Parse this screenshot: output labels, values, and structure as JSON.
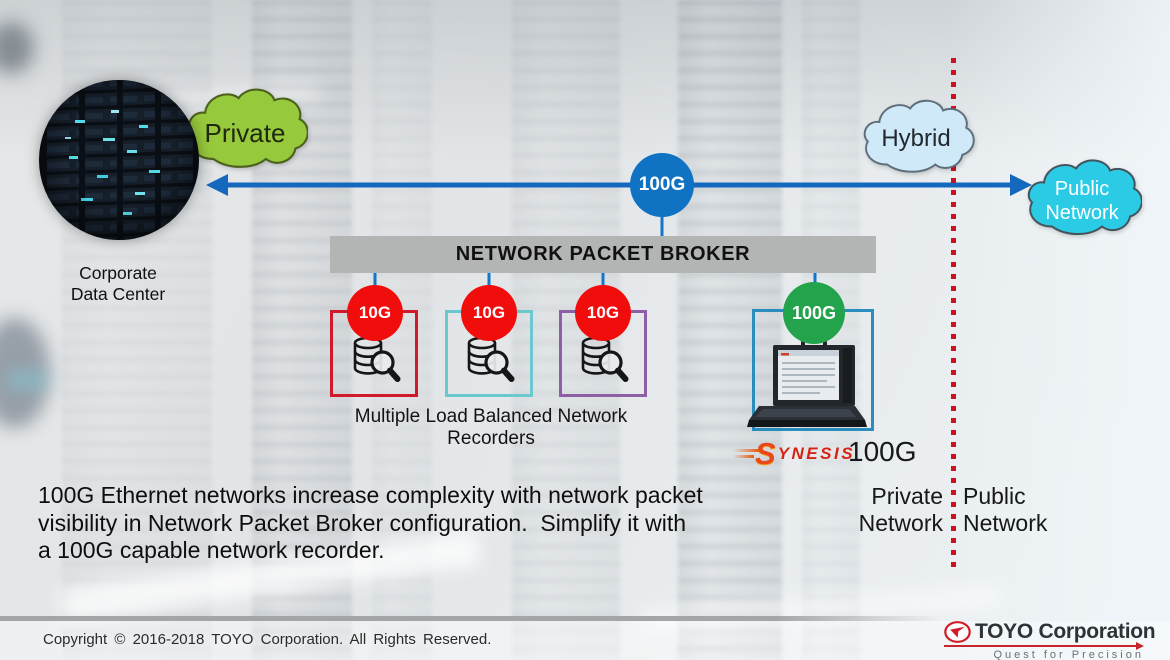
{
  "datacenter": {
    "label": [
      "Corporate",
      "Data Center"
    ]
  },
  "clouds": {
    "private": "Private",
    "hybrid": "Hybrid",
    "public": [
      "Public",
      "Network"
    ]
  },
  "backbone": {
    "badge": "100G"
  },
  "broker": {
    "title": "NETWORK PACKET BROKER"
  },
  "recorders": {
    "items": [
      {
        "badge": "10G"
      },
      {
        "badge": "10G"
      },
      {
        "badge": "10G"
      }
    ],
    "caption": "Multiple Load Balanced Network Recorders"
  },
  "analyzer": {
    "badge": "100G",
    "brand_initial": "S",
    "brand_rest": "YNESIS",
    "speed": "100G"
  },
  "boundary": {
    "private": [
      "Private",
      "Network"
    ],
    "public": [
      "Public",
      "Network"
    ]
  },
  "description": {
    "lines": [
      "100G Ethernet networks increase complexity with network packet",
      "visibility in Network Packet Broker configuration.  Simplify it with",
      "a 100G capable network recorder."
    ]
  },
  "footer": {
    "copyright": "Copyright © 2016-2018 TOYO Corporation. All Rights Reserved.",
    "brand": "TOYO Corporation",
    "tagline": "Quest for Precision"
  },
  "colors": {
    "arrow_blue": "#1468bd",
    "badge_blue": "#0f72c2",
    "badge_red": "#f20d0d",
    "badge_green": "#22a34c",
    "box_red": "#d01a2c",
    "box_cyan": "#6cc8cf",
    "box_purple": "#8e5fa5",
    "box_blue": "#2b8cbe",
    "cloud_green": "#97c93d",
    "cloud_lightblue": "#cfe9f8",
    "cloud_cyan": "#2bcbe5",
    "boundary_red": "#cf1020",
    "broker_gray": "#b3b4b4",
    "synesis_red": "#d62414"
  }
}
